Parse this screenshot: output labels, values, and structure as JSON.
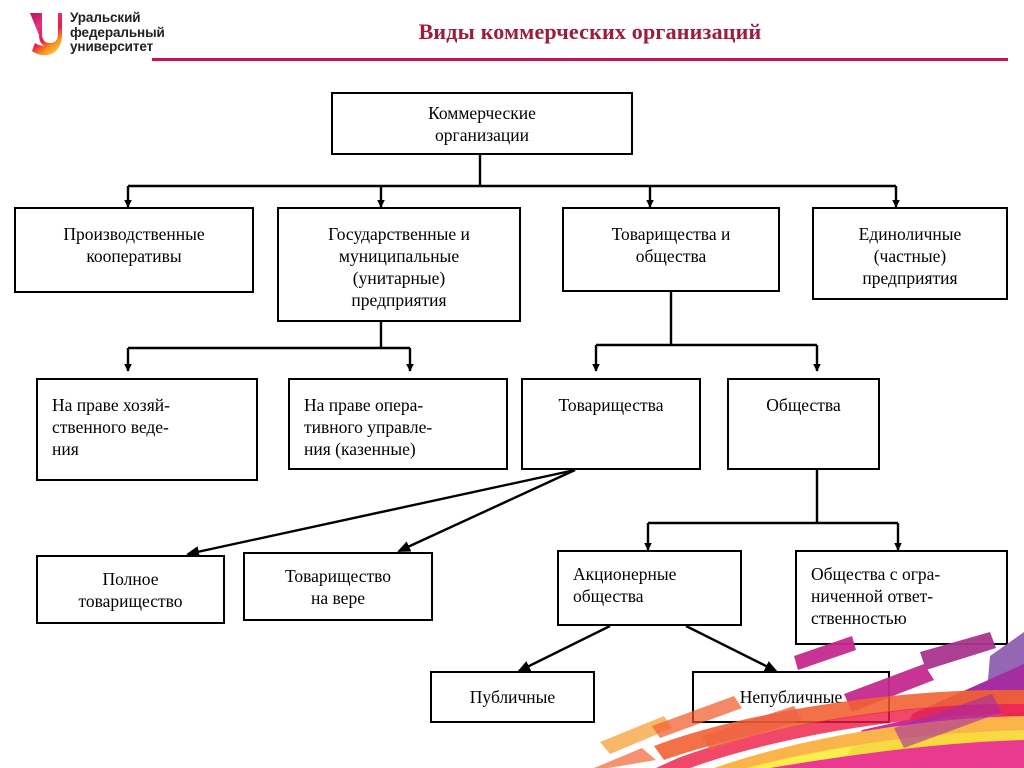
{
  "header": {
    "logo_text": "Уральский\nфедеральный\nуниверситет",
    "logo_icon": "ufu-u-mark",
    "title": "Виды коммерческих организаций",
    "rule_color": "#c2185b",
    "title_color": "#9c1c3c"
  },
  "diagram": {
    "type": "hierarchy-tree",
    "nodes": {
      "root": "Коммерческие\nорганизации",
      "coops": "Производственные\nкооперативы",
      "unitary": "Государственные и\nмуниципальные\n(унитарные)\nпредприятия",
      "partnerships_societies": "Товарищества и\nобщества",
      "sole": "Единоличные\n(частные)\nпредприятия",
      "econ_mgmt": "На праве хозяй-\nственного веде-\nния",
      "oper_mgmt": "На праве опера-\nтивного управле-\nния (казенные)",
      "partnerships": "Товарищества",
      "societies": "Общества",
      "full_partnership": "Полное\nтоварищество",
      "faith_partnership": "Товарищество\nна вере",
      "joint_stock": "Акционерные\nобщества",
      "llc": "Общества с огра-\nниченной ответ-\nственностью",
      "public": "Публичные",
      "nonpublic": "Непубличные"
    },
    "edges": [
      {
        "from": "root",
        "to": "coops",
        "style": "orthogonal-arrow"
      },
      {
        "from": "root",
        "to": "unitary",
        "style": "orthogonal-arrow"
      },
      {
        "from": "root",
        "to": "partnerships_societies",
        "style": "orthogonal-arrow"
      },
      {
        "from": "root",
        "to": "sole",
        "style": "orthogonal-arrow"
      },
      {
        "from": "unitary",
        "to": "econ_mgmt",
        "style": "orthogonal-arrow"
      },
      {
        "from": "unitary",
        "to": "oper_mgmt",
        "style": "orthogonal-arrow"
      },
      {
        "from": "partnerships_societies",
        "to": "partnerships",
        "style": "orthogonal-arrow"
      },
      {
        "from": "partnerships_societies",
        "to": "societies",
        "style": "orthogonal-arrow"
      },
      {
        "from": "partnerships",
        "to": "full_partnership",
        "style": "diagonal-arrow"
      },
      {
        "from": "partnerships",
        "to": "faith_partnership",
        "style": "diagonal-arrow"
      },
      {
        "from": "societies",
        "to": "joint_stock",
        "style": "orthogonal-arrow"
      },
      {
        "from": "societies",
        "to": "llc",
        "style": "orthogonal-arrow"
      },
      {
        "from": "joint_stock",
        "to": "public",
        "style": "diagonal-arrow"
      },
      {
        "from": "joint_stock",
        "to": "nonpublic",
        "style": "diagonal-arrow"
      }
    ],
    "line_color": "#000000",
    "box_fill": "#ffffff"
  },
  "decoration": {
    "corner_graphic": "ufu-brand-swoosh",
    "colors": [
      "#e8308a",
      "#8e2f8f",
      "#a0229c",
      "#f15a29",
      "#fbb040",
      "#ed1b44",
      "#7b2d8e"
    ]
  }
}
